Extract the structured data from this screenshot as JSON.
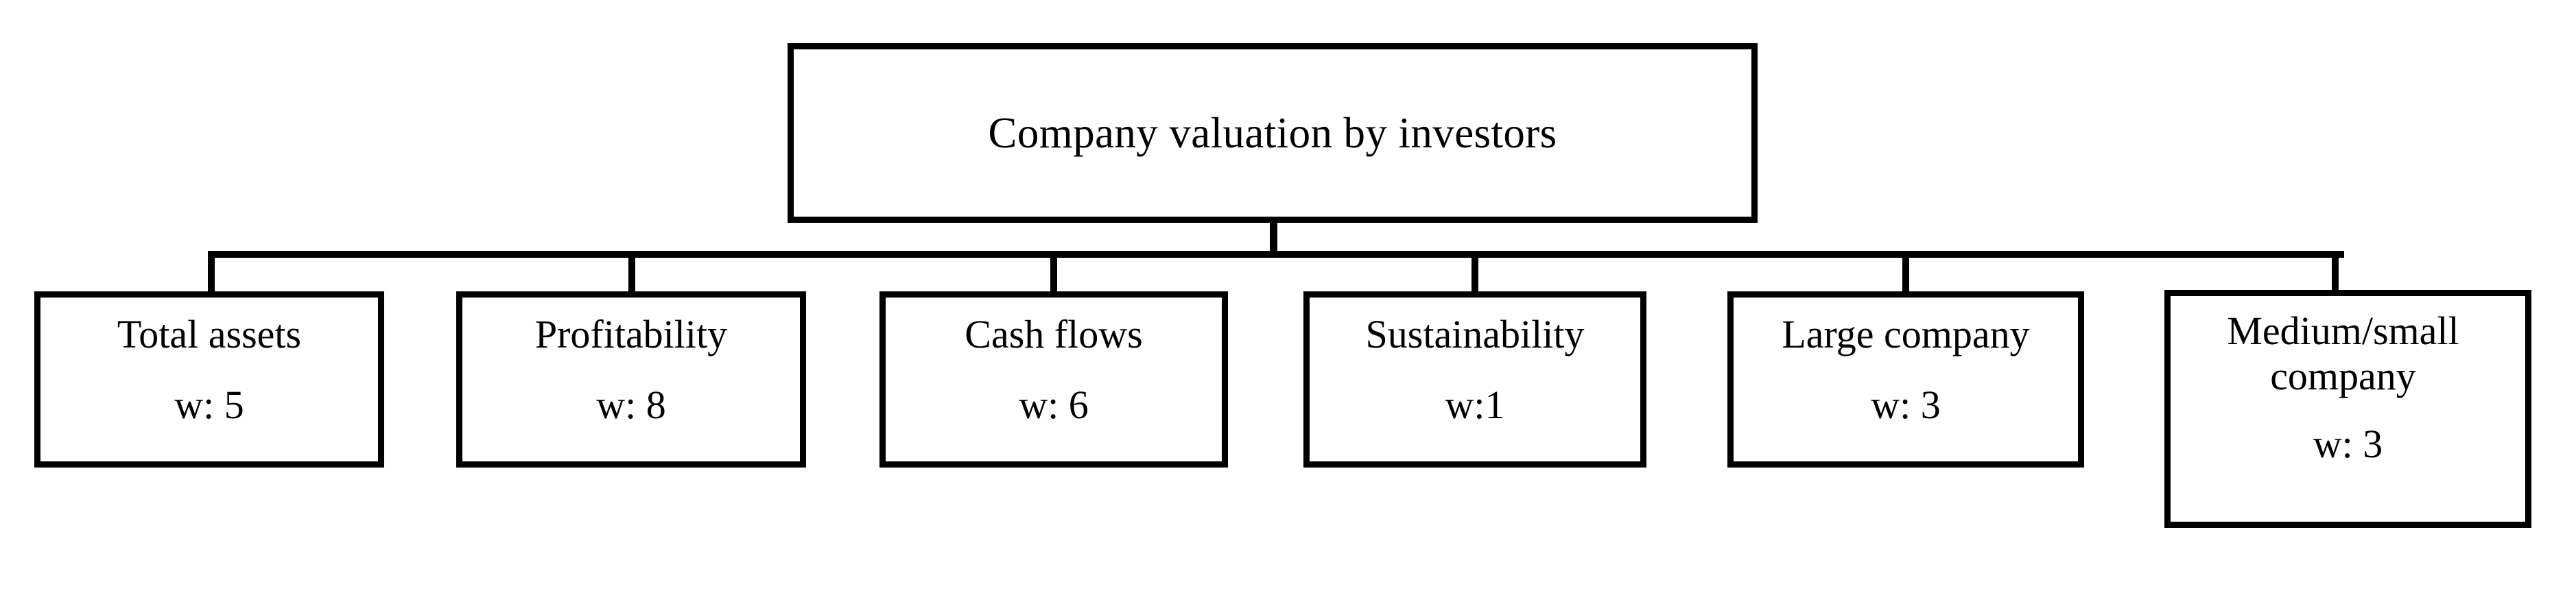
{
  "diagram": {
    "type": "hierarchy-tree",
    "orientation": "top-down",
    "root": {
      "label": "Company valuation by investors"
    },
    "leaves": [
      {
        "title": "Total assets",
        "weight_label": "w: 5",
        "weight": 5
      },
      {
        "title": "Profitability",
        "weight_label": "w: 8",
        "weight": 8
      },
      {
        "title": "Cash flows",
        "weight_label": "w: 6",
        "weight": 6
      },
      {
        "title": "Sustainability",
        "weight_label": "w:1",
        "weight": 1
      },
      {
        "title": "Large company",
        "weight_label": "w: 3",
        "weight": 3
      },
      {
        "title": "Medium/small company",
        "weight_label": "w: 3",
        "weight": 3
      }
    ],
    "colors": {
      "stroke": "#000000",
      "fill": "#ffffff",
      "text": "#000000"
    }
  }
}
